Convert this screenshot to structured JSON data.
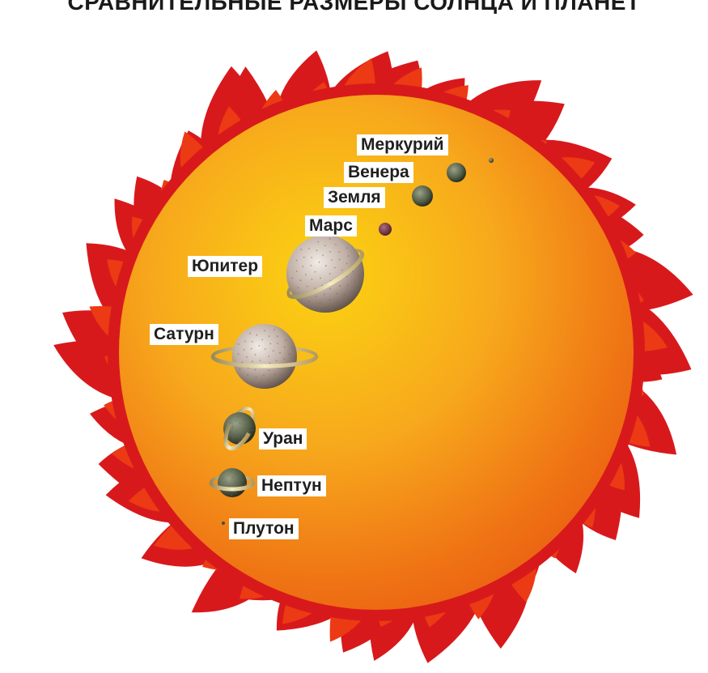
{
  "title": "СРАВНИТЕЛЬНЫЕ РАЗМЕРЫ СОЛНЦА И ПЛАНЕТ",
  "colors": {
    "flame_outer": "#d8191c",
    "flame_inner": "#ec3a14",
    "sun_core": "#fbd312",
    "sun_edge": "#ea5a12",
    "label_bg": "#ffffff",
    "ring": "#e8d38a"
  },
  "planets": [
    {
      "id": "mercury",
      "name": "Меркурий",
      "tone": "#6b7a56",
      "ring": false
    },
    {
      "id": "venus",
      "name": "Венера",
      "tone": "#6a7d5c",
      "ring": false
    },
    {
      "id": "earth",
      "name": "Земля",
      "tone": "#434f3b",
      "ring": false
    },
    {
      "id": "mars",
      "name": "Марс",
      "tone": "#7a3c4a",
      "ring": false
    },
    {
      "id": "jupiter",
      "name": "Юпитер",
      "tone": "#c8b4a8",
      "ring": true
    },
    {
      "id": "saturn",
      "name": "Сатурн",
      "tone": "#caa9a0",
      "ring": true
    },
    {
      "id": "uranus",
      "name": "Уран",
      "tone": "#5a4f3e",
      "ring": true
    },
    {
      "id": "neptune",
      "name": "Нептун",
      "tone": "#6d6152",
      "ring": true
    },
    {
      "id": "pluto",
      "name": "Плутон",
      "tone": "#6a6a5a",
      "ring": false
    }
  ]
}
